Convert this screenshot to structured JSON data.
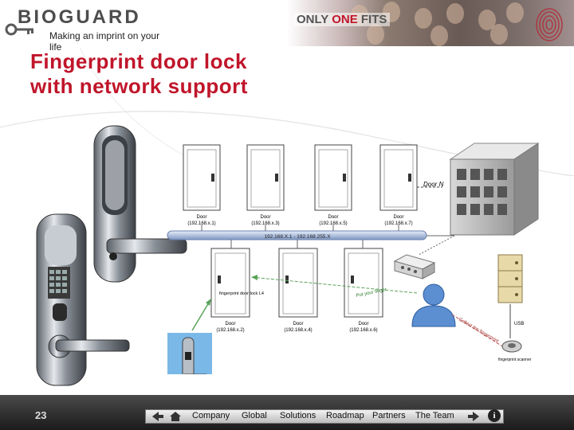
{
  "header": {
    "logo_text": "BIOGUARD",
    "logo_tagline": "Making an imprint on your life",
    "banner_only": "ONLY ",
    "banner_one": "ONE",
    "banner_fits": " FITS"
  },
  "slide": {
    "title_line1": "Fingerprint door lock",
    "title_line2": "with network support"
  },
  "diagram": {
    "doors_top": [
      {
        "label": "Door",
        "ip": "(192.168.x.1)"
      },
      {
        "label": "Door",
        "ip": "(192.168.x.3)"
      },
      {
        "label": "Door",
        "ip": "(192.168.x.5)"
      },
      {
        "label": "Door",
        "ip": "(192.168.x.7)"
      }
    ],
    "door_n_label": "Door N",
    "network_bar_label": "192.168.X.1 - 192.168.255.X",
    "doors_bottom": [
      {
        "label": "Door",
        "ip": "(192.168.x.2)"
      },
      {
        "label": "Door",
        "ip": "(192.168.x.4)"
      },
      {
        "label": "Door",
        "ip": "(192.168.x.6)"
      }
    ],
    "lock_label": "fingerprint door lock L4",
    "arrow_text_1": "Put your finger",
    "arrow_text_2": "Collect the fingerprint",
    "usb_label": "USB",
    "scanner_label": "fingerprint scanner"
  },
  "footer": {
    "slide_number": "23",
    "nav_items": [
      "Company",
      "Global",
      "Solutions",
      "Roadmap",
      "Partners",
      "The Team"
    ]
  },
  "colors": {
    "accent_red": "#c0152a",
    "footer_dark": "#1b1b1b",
    "network_blue": "#9fb3d6"
  },
  "icons": [
    "key-icon",
    "fingerprint-icon",
    "home-icon",
    "back-icon",
    "forward-icon",
    "info-icon",
    "person-icon",
    "server-icon",
    "scanner-icon"
  ]
}
